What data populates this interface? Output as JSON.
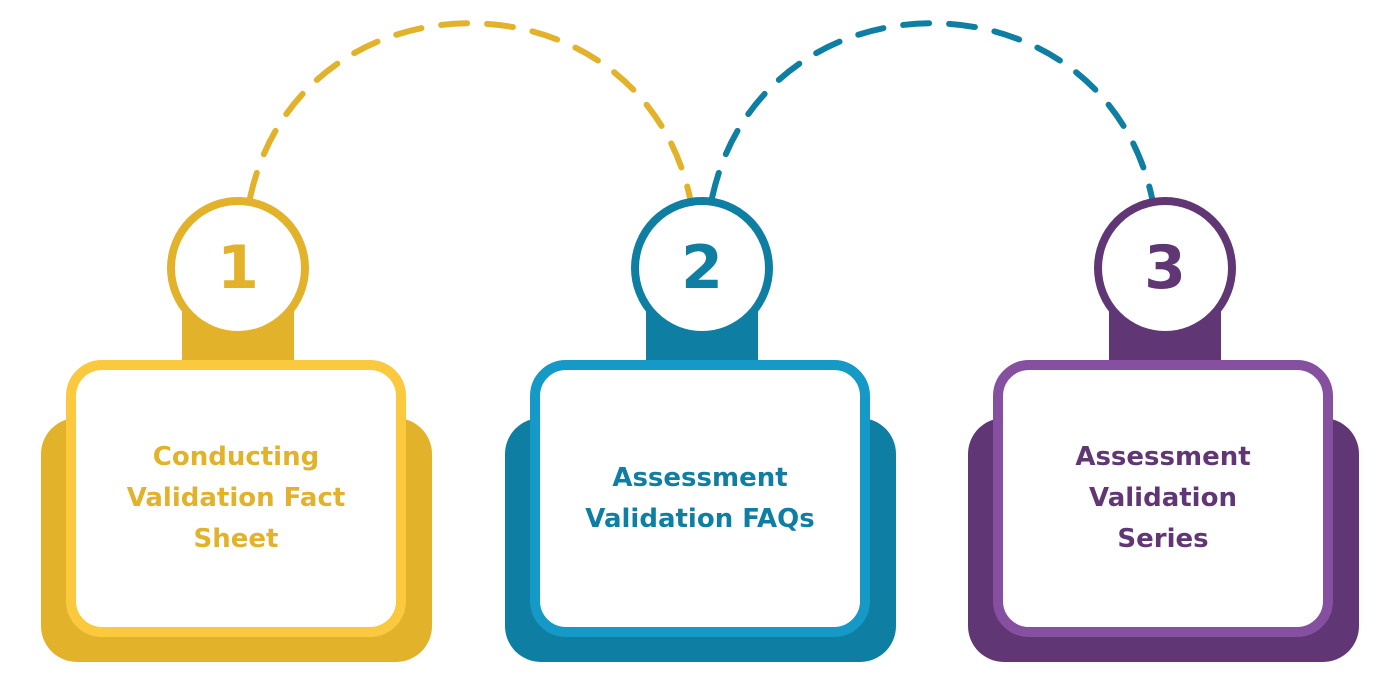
{
  "steps": [
    {
      "number": "1",
      "label": "Conducting Validation Fact Sheet",
      "dark": "#E2B22A",
      "light": "#FBC93E"
    },
    {
      "number": "2",
      "label": "Assessment Validation FAQs",
      "dark": "#0E7FA3",
      "light": "#1599C6"
    },
    {
      "number": "3",
      "label": "Assessment Validation Series",
      "dark": "#613675",
      "light": "#8650A0"
    }
  ]
}
